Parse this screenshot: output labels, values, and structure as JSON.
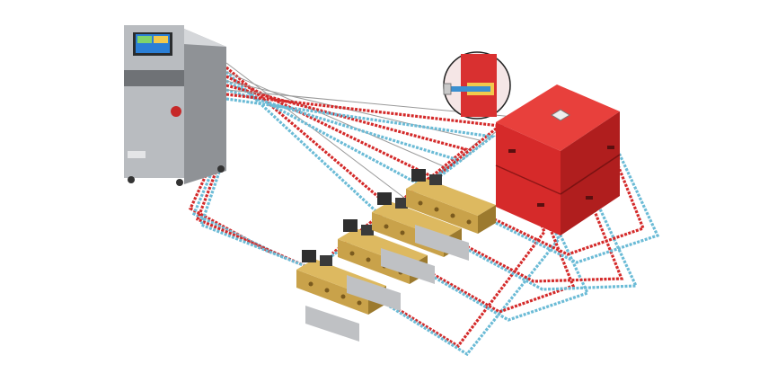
{
  "scene": {
    "title": "",
    "components": [
      {
        "name": "temperature-control-unit",
        "label": ""
      },
      {
        "name": "valve-manifold",
        "label": ""
      },
      {
        "name": "mould-block",
        "label": ""
      },
      {
        "name": "cooling-channel-detail-inset",
        "label": ""
      }
    ],
    "manifold_count": 4,
    "colors": {
      "supply_line": "#d42a2a",
      "return_line": "#6bbbd6",
      "signal_line": "#9a9a9a",
      "cabinet": "#b9bcc0",
      "cabinet_dark": "#8f9296",
      "brass": "#c9a24a",
      "brass_dark": "#9c7a2e",
      "mould_front": "#d62a2a",
      "mould_top": "#e8403c",
      "mould_side": "#b01e1e",
      "screen": "#2b7fd6"
    }
  }
}
